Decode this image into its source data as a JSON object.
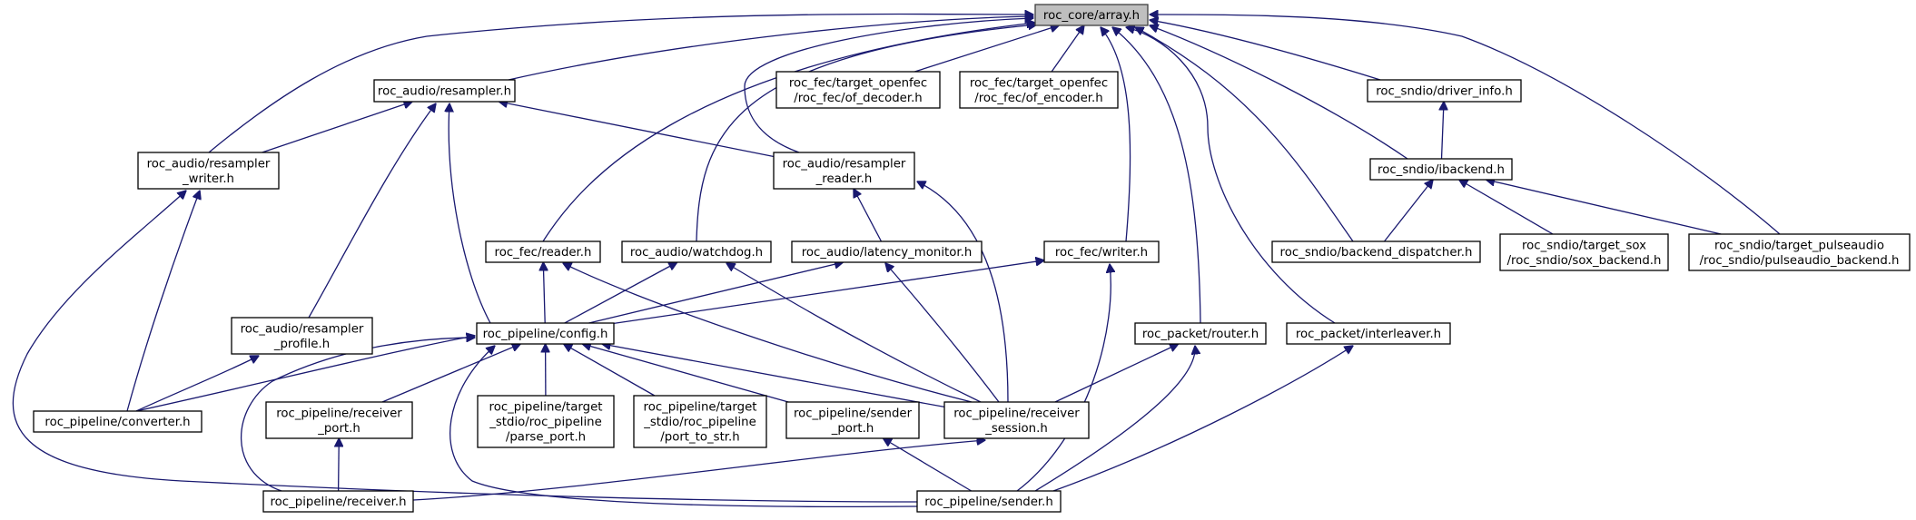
{
  "nodes": {
    "core_array": {
      "lines": [
        "roc_core/array.h"
      ],
      "root": true
    },
    "audio_resampler": {
      "lines": [
        "roc_audio/resampler.h"
      ]
    },
    "fec_openfec_decoder": {
      "lines": [
        "roc_fec/target_openfec",
        "/roc_fec/of_decoder.h"
      ]
    },
    "fec_openfec_encoder": {
      "lines": [
        "roc_fec/target_openfec",
        "/roc_fec/of_encoder.h"
      ]
    },
    "sndio_driver_info": {
      "lines": [
        "roc_sndio/driver_info.h"
      ]
    },
    "audio_resampler_writer": {
      "lines": [
        "roc_audio/resampler",
        "_writer.h"
      ]
    },
    "audio_resampler_reader": {
      "lines": [
        "roc_audio/resampler",
        "_reader.h"
      ]
    },
    "sndio_ibackend": {
      "lines": [
        "roc_sndio/ibackend.h"
      ]
    },
    "fec_reader": {
      "lines": [
        "roc_fec/reader.h"
      ]
    },
    "audio_watchdog": {
      "lines": [
        "roc_audio/watchdog.h"
      ]
    },
    "audio_latency_monitor": {
      "lines": [
        "roc_audio/latency_monitor.h"
      ]
    },
    "fec_writer": {
      "lines": [
        "roc_fec/writer.h"
      ]
    },
    "sndio_backend_dispatcher": {
      "lines": [
        "roc_sndio/backend_dispatcher.h"
      ]
    },
    "sndio_sox_backend": {
      "lines": [
        "roc_sndio/target_sox",
        "/roc_sndio/sox_backend.h"
      ]
    },
    "sndio_pulseaudio_backend": {
      "lines": [
        "roc_sndio/target_pulseaudio",
        "/roc_sndio/pulseaudio_backend.h"
      ]
    },
    "audio_resampler_profile": {
      "lines": [
        "roc_audio/resampler",
        "_profile.h"
      ]
    },
    "pipeline_config": {
      "lines": [
        "roc_pipeline/config.h"
      ]
    },
    "packet_router": {
      "lines": [
        "roc_packet/router.h"
      ]
    },
    "packet_interleaver": {
      "lines": [
        "roc_packet/interleaver.h"
      ]
    },
    "pipeline_converter": {
      "lines": [
        "roc_pipeline/converter.h"
      ]
    },
    "pipeline_receiver_port": {
      "lines": [
        "roc_pipeline/receiver",
        "_port.h"
      ]
    },
    "pipeline_parse_port": {
      "lines": [
        "roc_pipeline/target",
        "_stdio/roc_pipeline",
        "/parse_port.h"
      ]
    },
    "pipeline_port_to_str": {
      "lines": [
        "roc_pipeline/target",
        "_stdio/roc_pipeline",
        "/port_to_str.h"
      ]
    },
    "pipeline_sender_port": {
      "lines": [
        "roc_pipeline/sender",
        "_port.h"
      ]
    },
    "pipeline_receiver_session": {
      "lines": [
        "roc_pipeline/receiver",
        "_session.h"
      ]
    },
    "pipeline_receiver": {
      "lines": [
        "roc_pipeline/receiver.h"
      ]
    },
    "pipeline_sender": {
      "lines": [
        "roc_pipeline/sender.h"
      ]
    }
  },
  "edges": [
    [
      "audio_resampler",
      "core_array"
    ],
    [
      "fec_openfec_decoder",
      "core_array"
    ],
    [
      "fec_openfec_encoder",
      "core_array"
    ],
    [
      "sndio_driver_info",
      "core_array"
    ],
    [
      "audio_resampler_writer",
      "core_array"
    ],
    [
      "audio_resampler_reader",
      "core_array"
    ],
    [
      "sndio_ibackend",
      "core_array"
    ],
    [
      "fec_reader",
      "core_array"
    ],
    [
      "audio_watchdog",
      "core_array"
    ],
    [
      "fec_writer",
      "core_array"
    ],
    [
      "sndio_backend_dispatcher",
      "core_array"
    ],
    [
      "sndio_pulseaudio_backend",
      "core_array"
    ],
    [
      "packet_router",
      "core_array"
    ],
    [
      "packet_interleaver",
      "core_array"
    ],
    [
      "audio_resampler_writer",
      "audio_resampler"
    ],
    [
      "audio_resampler_reader",
      "audio_resampler"
    ],
    [
      "audio_resampler_profile",
      "audio_resampler"
    ],
    [
      "pipeline_config",
      "audio_resampler"
    ],
    [
      "sndio_ibackend",
      "sndio_driver_info"
    ],
    [
      "pipeline_converter",
      "audio_resampler_writer"
    ],
    [
      "pipeline_sender",
      "audio_resampler_writer"
    ],
    [
      "audio_latency_monitor",
      "audio_resampler_reader"
    ],
    [
      "pipeline_receiver_session",
      "audio_resampler_reader"
    ],
    [
      "sndio_backend_dispatcher",
      "sndio_ibackend"
    ],
    [
      "sndio_sox_backend",
      "sndio_ibackend"
    ],
    [
      "sndio_pulseaudio_backend",
      "sndio_ibackend"
    ],
    [
      "pipeline_config",
      "fec_reader"
    ],
    [
      "pipeline_receiver_session",
      "fec_reader"
    ],
    [
      "pipeline_config",
      "audio_watchdog"
    ],
    [
      "pipeline_receiver_session",
      "audio_watchdog"
    ],
    [
      "pipeline_config",
      "audio_latency_monitor"
    ],
    [
      "pipeline_receiver_session",
      "audio_latency_monitor"
    ],
    [
      "pipeline_config",
      "fec_writer"
    ],
    [
      "pipeline_sender",
      "fec_writer"
    ],
    [
      "pipeline_converter",
      "audio_resampler_profile"
    ],
    [
      "pipeline_converter",
      "pipeline_config"
    ],
    [
      "pipeline_receiver_port",
      "pipeline_config"
    ],
    [
      "pipeline_parse_port",
      "pipeline_config"
    ],
    [
      "pipeline_port_to_str",
      "pipeline_config"
    ],
    [
      "pipeline_sender_port",
      "pipeline_config"
    ],
    [
      "pipeline_receiver_session",
      "pipeline_config"
    ],
    [
      "pipeline_receiver",
      "pipeline_config"
    ],
    [
      "pipeline_sender",
      "pipeline_config"
    ],
    [
      "pipeline_receiver_session",
      "packet_router"
    ],
    [
      "pipeline_sender",
      "packet_router"
    ],
    [
      "pipeline_sender",
      "packet_interleaver"
    ],
    [
      "pipeline_receiver",
      "pipeline_receiver_port"
    ],
    [
      "pipeline_receiver",
      "pipeline_receiver_session"
    ],
    [
      "pipeline_sender",
      "pipeline_sender_port"
    ]
  ]
}
